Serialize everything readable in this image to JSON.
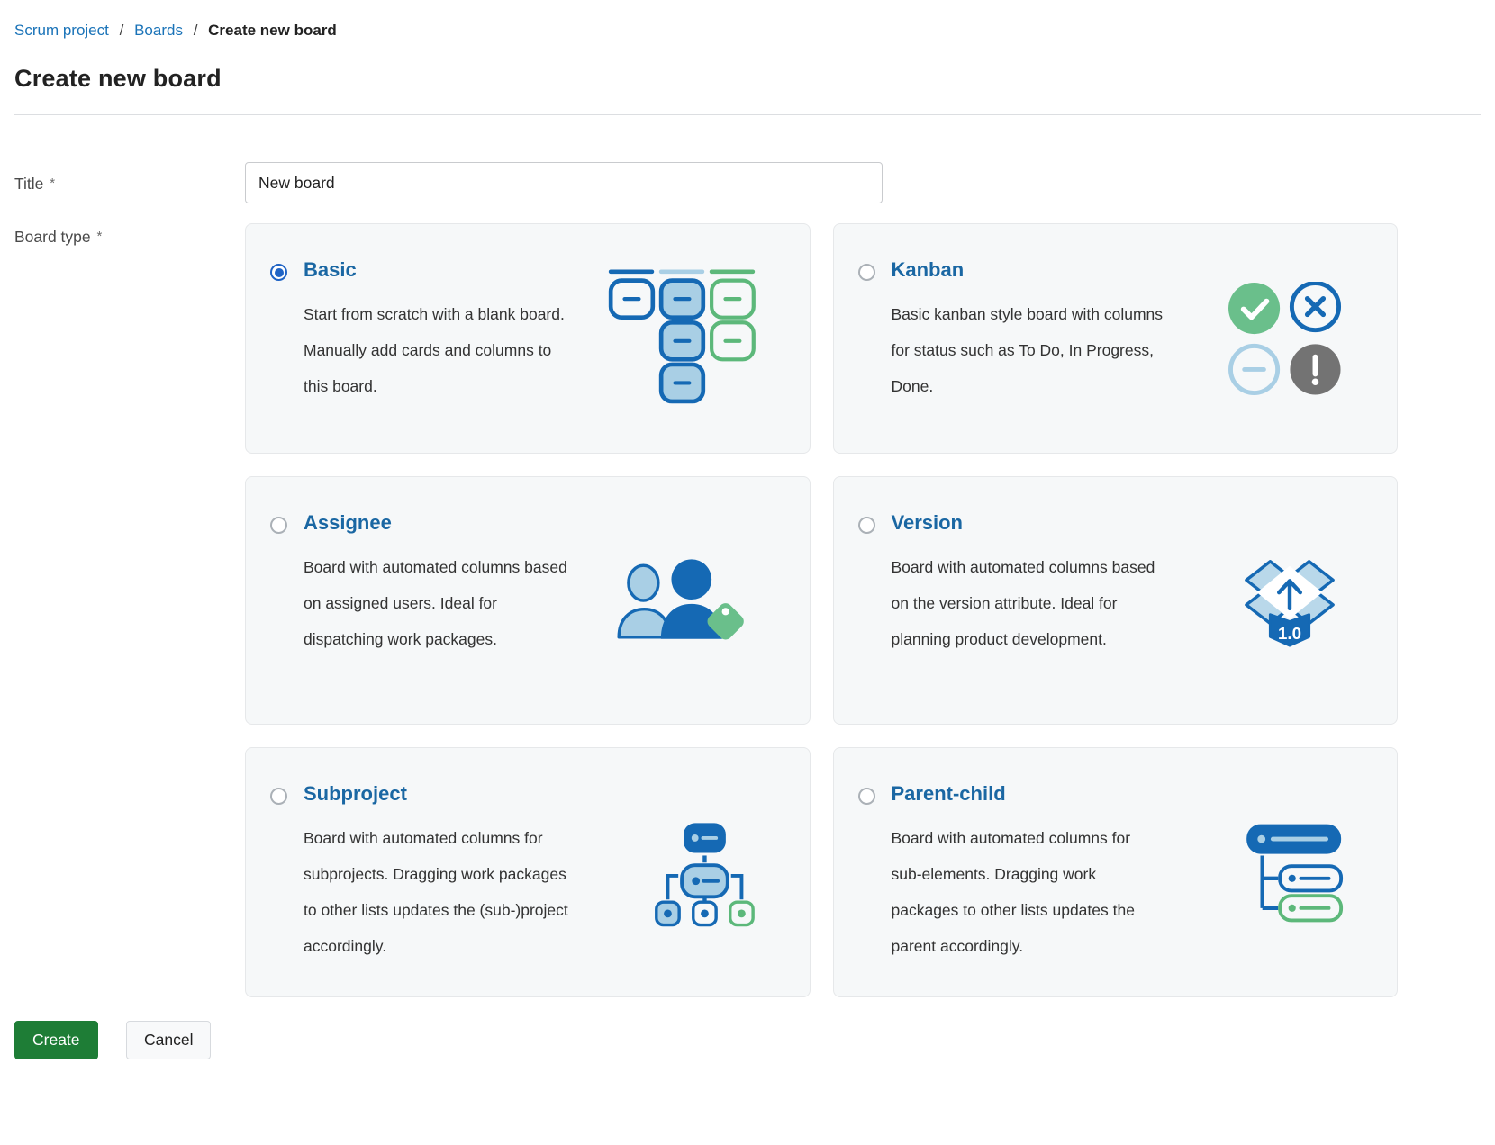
{
  "breadcrumb": {
    "separator": "/",
    "items": [
      {
        "label": "Scrum project"
      },
      {
        "label": "Boards"
      },
      {
        "label": "Create new board"
      }
    ]
  },
  "page": {
    "title": "Create new board"
  },
  "form": {
    "title_label": "Title",
    "required_marker": "*",
    "title_value": "New board",
    "board_type_label": "Board type"
  },
  "board_types": [
    {
      "id": "basic",
      "label": "Basic",
      "selected": true,
      "description": "Start from scratch with a blank board. Manually add cards and columns to this board.",
      "icon": "basic-board-icon"
    },
    {
      "id": "kanban",
      "label": "Kanban",
      "selected": false,
      "description": "Basic kanban style board with columns for status such as To Do, In Progress, Done.",
      "icon": "kanban-status-icon"
    },
    {
      "id": "assignee",
      "label": "Assignee",
      "selected": false,
      "description": "Board with automated columns based on assigned users. Ideal for dispatching work packages.",
      "icon": "assignee-users-icon"
    },
    {
      "id": "version",
      "label": "Version",
      "selected": false,
      "description": "Board with automated columns based on the version attribute. Ideal for planning product development.",
      "icon": "version-box-icon",
      "badge": "1.0"
    },
    {
      "id": "subproject",
      "label": "Subproject",
      "selected": false,
      "description": "Board with automated columns for subprojects. Dragging work packages to other lists updates the (sub-)project accordingly.",
      "icon": "subproject-hierarchy-icon"
    },
    {
      "id": "parent-child",
      "label": "Parent-child",
      "selected": false,
      "description": "Board with automated columns for sub-elements. Dragging work packages to other lists updates the parent accordingly.",
      "icon": "parent-child-hierarchy-icon"
    }
  ],
  "actions": {
    "create_label": "Create",
    "cancel_label": "Cancel"
  },
  "colors": {
    "link_blue": "#1a73b8",
    "heading_blue": "#1a67a3",
    "radio_selected_blue": "#2064c5",
    "icon_dark_blue": "#1569b4",
    "icon_light_blue": "#a9cfe5",
    "icon_green": "#6abf8b",
    "icon_gray": "#737373",
    "create_button_green": "#1e7d36",
    "card_background": "#f6f8f9"
  }
}
